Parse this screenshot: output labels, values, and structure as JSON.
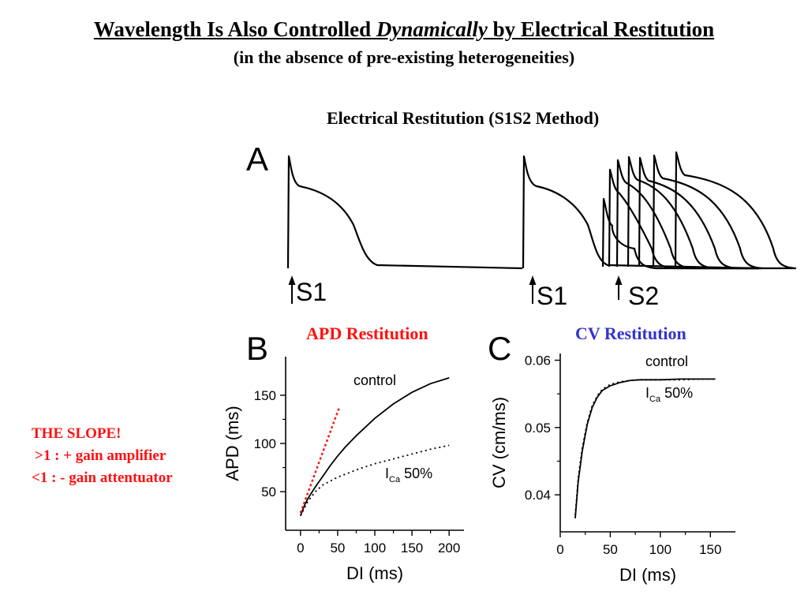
{
  "heading": {
    "main_before": "Wavelength Is Also Controlled ",
    "main_italic": "Dynamically",
    "main_after": " by Electrical Restitution",
    "subtitle": "(in the absence of pre-existing heterogeneities)"
  },
  "section_title": "Electrical Restitution  (S1S2 Method)",
  "panel_a": {
    "letter": "A",
    "stimuli": [
      "S1",
      "S1",
      "S2"
    ]
  },
  "panel_b": {
    "letter": "B",
    "title": "APD Restitution",
    "title_color": "#ff1010"
  },
  "panel_c": {
    "letter": "C",
    "title": "CV Restitution",
    "title_color": "#3333cc"
  },
  "slope_note": {
    "heading": "THE SLOPE!",
    "line1": ">1 : + gain amplifier",
    "line2": "<1 : - gain attentuator",
    "color": "#ff1010"
  },
  "chart_data": [
    {
      "type": "line",
      "panel": "B",
      "title": "APD Restitution",
      "xlabel": "DI (ms)",
      "ylabel": "APD (ms)",
      "xticks": [
        0,
        50,
        100,
        150,
        200
      ],
      "yticks": [
        50,
        100,
        150
      ],
      "xlim": [
        -20,
        220
      ],
      "ylim": [
        10,
        190
      ],
      "series": [
        {
          "name": "control",
          "style": "solid",
          "x": [
            0,
            5,
            10,
            20,
            30,
            40,
            50,
            60,
            75,
            100,
            125,
            150,
            175,
            200
          ],
          "y": [
            25,
            35,
            43,
            55,
            66,
            77,
            87,
            96,
            108,
            126,
            141,
            153,
            162,
            168
          ]
        },
        {
          "name": "I_Ca 50%",
          "label_main": "I",
          "label_sub": "Ca",
          "label_rest": " 50%",
          "style": "dotted",
          "x": [
            0,
            10,
            20,
            30,
            40,
            50,
            60,
            80,
            100,
            125,
            150,
            175,
            200
          ],
          "y": [
            25,
            40,
            50,
            57,
            61,
            65,
            68,
            74,
            79,
            84,
            89,
            94,
            98
          ]
        },
        {
          "name": "slope",
          "style": "dotted",
          "color": "#ff1010",
          "x": [
            0,
            52
          ],
          "y": [
            28,
            137
          ]
        }
      ]
    },
    {
      "type": "line",
      "panel": "C",
      "title": "CV Restitution",
      "xlabel": "DI (ms)",
      "ylabel": "CV (cm/ms)",
      "xticks": [
        0,
        50,
        100,
        150
      ],
      "yticks": [
        0.04,
        0.05,
        0.06
      ],
      "xlim": [
        0,
        175
      ],
      "ylim": [
        0.0345,
        0.061
      ],
      "series": [
        {
          "name": "control",
          "style": "solid",
          "x": [
            15,
            18,
            22,
            27,
            32,
            37,
            42,
            50,
            60,
            70,
            80,
            100,
            120,
            140,
            155
          ],
          "y": [
            0.0365,
            0.042,
            0.0465,
            0.0505,
            0.053,
            0.0545,
            0.0555,
            0.0562,
            0.0567,
            0.057,
            0.0571,
            0.0571,
            0.0572,
            0.0572,
            0.0572
          ]
        },
        {
          "name": "I_Ca 50%",
          "label_main": "I",
          "label_sub": "Ca",
          "label_rest": " 50%",
          "style": "dotted",
          "x": [
            15,
            18,
            22,
            27,
            32,
            37,
            42,
            50,
            60,
            70,
            80,
            100,
            120,
            140,
            155
          ],
          "y": [
            0.037,
            0.0425,
            0.047,
            0.0508,
            0.0533,
            0.0547,
            0.0557,
            0.0564,
            0.0568,
            0.057,
            0.0571,
            0.0571,
            0.0571,
            0.0572,
            0.0572
          ]
        }
      ]
    }
  ]
}
